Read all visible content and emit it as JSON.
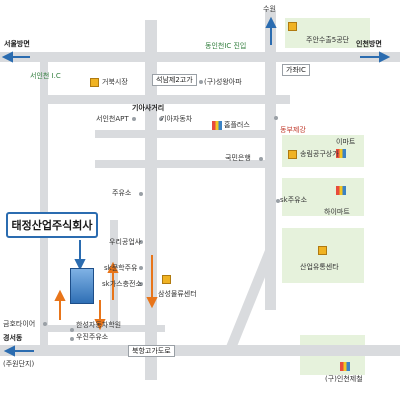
{
  "map": {
    "directions": {
      "suwon": "수원",
      "seoul": "서울방면",
      "incheon_station": "인천방면",
      "gyeongseo": "경서동",
      "gyeongseo_sub": "(주원단지)"
    },
    "roads": {
      "dongincheon_ic": "동인천IC 진입",
      "seoincheon_ic": "서인천 I.C",
      "gajwa_ic": "가좌IC",
      "seongnam_2ga": "석남제2고가",
      "gia_intersection": "기아사거리",
      "bukhang_bridge": "북항고가도로"
    },
    "landmarks": {
      "jueun_factory": "주안수출5공단",
      "geobuk_market": "거북시장",
      "seongwang": "(구)성왕아파",
      "seoincheon_apt": "서인천APT",
      "gia_motors": "기아자동차",
      "homeplus": "홈플러스",
      "dongbu_steel": "동부제강",
      "emart": "이마트",
      "gukmin_bank": "국민은행",
      "songrim_mall": "송림공구상가",
      "gas_station": "주유소",
      "sk_gas": "sk주유소",
      "hi_mart": "하이마트",
      "ssangyong": "산업유통센타",
      "woori_industrial": "우리공업사",
      "sk_munhak": "sk문학주유",
      "sk_gas_station": "sk가스충전소",
      "samsung_logistics": "삼성물류센터",
      "geumho_tire": "금호타이어",
      "hansung_school": "한성자동차학원",
      "woojin_gas": "우진주유소",
      "incheon_steel": "(구)인천제철"
    },
    "company": {
      "name": "태정산업주식회사"
    }
  }
}
